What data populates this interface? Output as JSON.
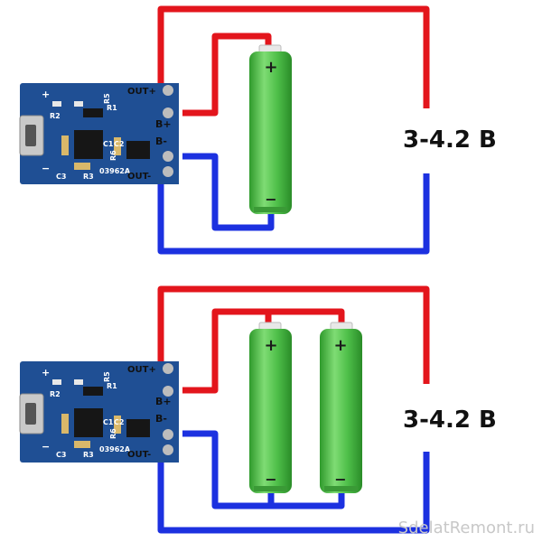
{
  "colors": {
    "positive_wire": "#e3151c",
    "negative_wire": "#1c31e0",
    "pcb": "#1f4f94",
    "battery": "#4fc04a",
    "battery_cap": "#e8e8e8",
    "background": "#ffffff"
  },
  "watermark": "SdelatRemont.ru",
  "modules": [
    {
      "pins": {
        "out_plus": "OUT+",
        "b_plus": "B+",
        "b_minus": "B-",
        "out_minus": "OUT-"
      },
      "silkscreen": {
        "plus": "+",
        "minus": "−",
        "r2": "R2",
        "r1": "R1",
        "r5": "R5",
        "c1": "C1",
        "c2": "C2",
        "r6": "R6",
        "c3": "C3",
        "r3": "R3",
        "chip": "03962A"
      },
      "voltage_label": "3-4.2 В",
      "batteries": [
        {
          "plus": "+",
          "minus": "−"
        }
      ]
    },
    {
      "pins": {
        "out_plus": "OUT+",
        "b_plus": "B+",
        "b_minus": "B-",
        "out_minus": "OUT-"
      },
      "silkscreen": {
        "plus": "+",
        "minus": "−",
        "r2": "R2",
        "r1": "R1",
        "r5": "R5",
        "c1": "C1",
        "c2": "C2",
        "r6": "R6",
        "c3": "C3",
        "r3": "R3",
        "chip": "03962A"
      },
      "voltage_label": "3-4.2 В",
      "batteries": [
        {
          "plus": "+",
          "minus": "−"
        },
        {
          "plus": "+",
          "minus": "−"
        }
      ]
    }
  ]
}
